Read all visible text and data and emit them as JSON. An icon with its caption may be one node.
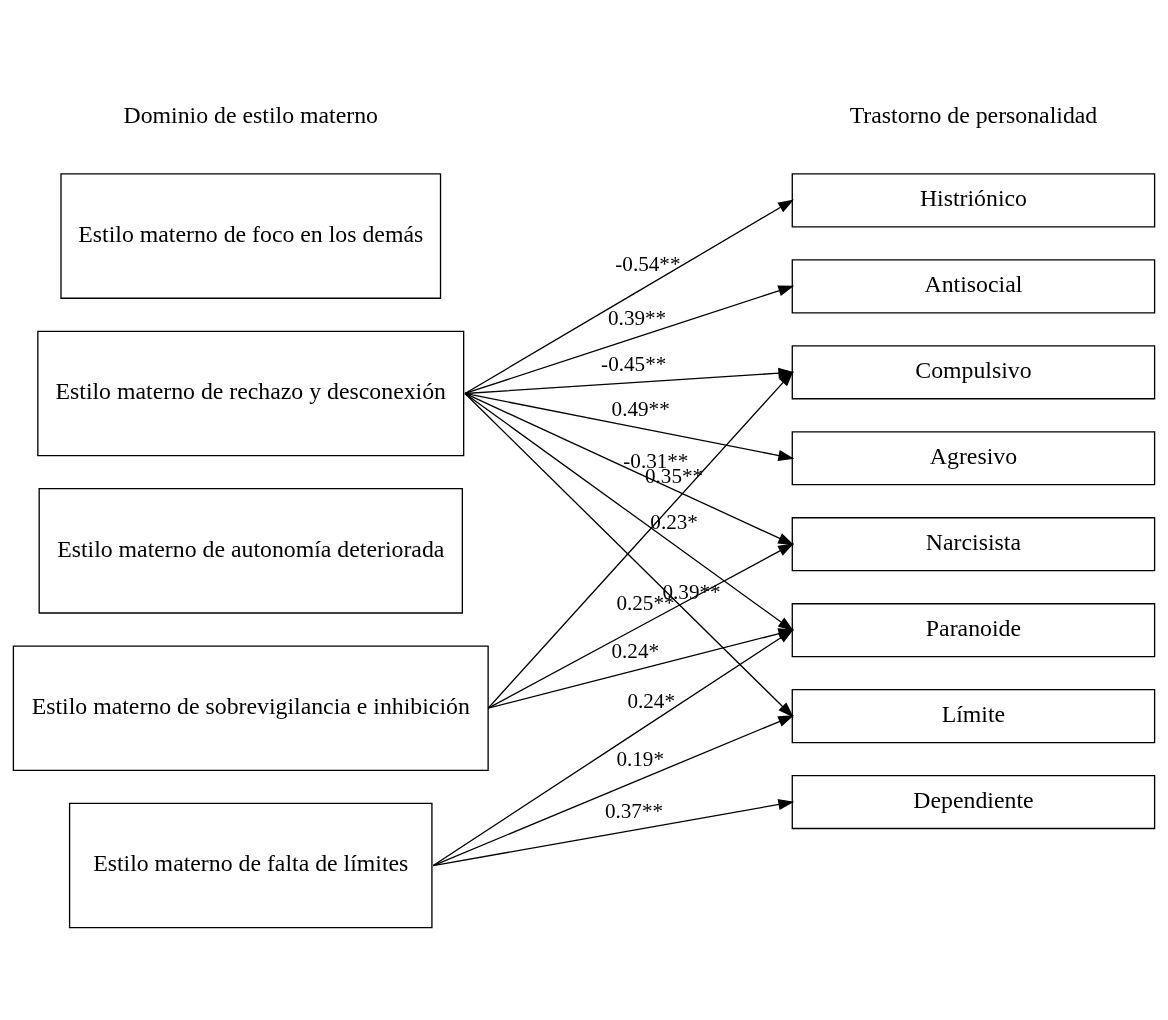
{
  "diagram": {
    "nodes": [
      {
        "text": [
          "Estilo materno de foco en los demás"
        ]
      },
      {
        "text": [
          "Estilo materno de rechazo y desconexión"
        ]
      },
      {
        "text": [
          "Estilo materno de autonomía deteriorada"
        ]
      },
      {
        "text": [
          "Estilo materno de sobrevigilancia e inhibición"
        ]
      },
      {
        "text": [
          "Estilo materno de falta de límites"
        ]
      },
      {
        "text": [
          "Histriónico"
        ]
      },
      {
        "text": [
          "Antisocial"
        ]
      },
      {
        "text": [
          "Compulsivo"
        ]
      },
      {
        "text": [
          "Agresivo"
        ]
      },
      {
        "text": [
          "Narcisista"
        ]
      },
      {
        "text": [
          "Paranoide"
        ]
      },
      {
        "text": [
          "Límite"
        ]
      },
      {
        "text": [
          "Dependiente"
        ]
      }
    ],
    "edges": [
      {
        "from": 1,
        "to": 5,
        "arrow": "to",
        "label": "-0.54**"
      },
      {
        "from": 1,
        "to": 6,
        "arrow": "to",
        "label": "0.39**"
      },
      {
        "from": 1,
        "to": 7,
        "arrow": "to",
        "label": "-0.45**"
      },
      {
        "from": 1,
        "to": 8,
        "arrow": "to",
        "label": "0.49**"
      },
      {
        "from": 1,
        "to": 9,
        "arrow": "to",
        "label": "-0.31**"
      },
      {
        "from": 1,
        "to": 10,
        "arrow": "to",
        "label": "0.23*"
      },
      {
        "from": 1,
        "to": 11,
        "arrow": "to",
        "label": "0.39**"
      },
      {
        "from": 3,
        "to": 7,
        "arrow": "to",
        "label": "0.35**"
      },
      {
        "from": 3,
        "to": 9,
        "arrow": "to",
        "label": "0.25**"
      },
      {
        "from": 3,
        "to": 10,
        "arrow": "to",
        "label": "0.24*"
      },
      {
        "from": 4,
        "to": 10,
        "arrow": "to",
        "label": "0.24*"
      },
      {
        "from": 4,
        "to": 11,
        "arrow": "to",
        "label": "0.19*"
      },
      {
        "from": 4,
        "to": 12,
        "arrow": "to",
        "label": "0.37**"
      }
    ],
    "labels": [
      "Dominio de estilo materno",
      "Trastorno de personalidad"
    ]
  }
}
